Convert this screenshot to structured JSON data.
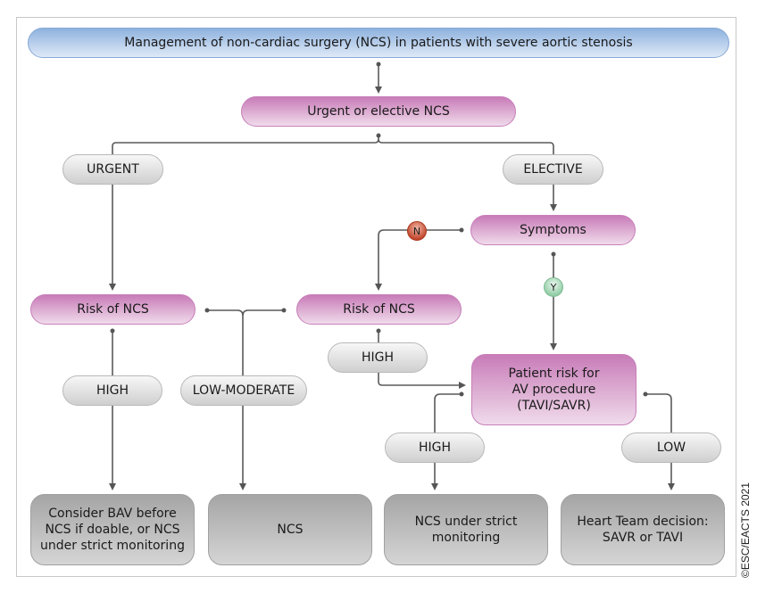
{
  "title": "Management of non-cardiac surgery (NCS) in patients with severe aortic stenosis",
  "nodes": {
    "urgent_or_elective": "Urgent or elective NCS",
    "urgent": "URGENT",
    "elective": "ELECTIVE",
    "symptoms": "Symptoms",
    "risk_ncs_urgent": "Risk of NCS",
    "risk_ncs_elective": "Risk of NCS",
    "high_urgent": "HIGH",
    "low_moderate": "LOW-MODERATE",
    "high_elective": "HIGH",
    "patient_risk": [
      "Patient risk for",
      "AV procedure",
      "(TAVI/SAVR)"
    ],
    "high_av": "HIGH",
    "low_av": "LOW"
  },
  "badges": {
    "no": "N",
    "yes": "Y"
  },
  "outcomes": {
    "bav": [
      "Consider BAV before",
      "NCS if doable, or NCS",
      "under strict monitoring"
    ],
    "ncs": [
      "NCS"
    ],
    "strict": [
      "NCS under strict",
      "monitoring"
    ],
    "heart_team": [
      "Heart Team decision:",
      "SAVR or TAVI"
    ]
  },
  "copyright": "©ESC/EACTS 2021",
  "colors": {
    "title_fill": "#a9c4e8",
    "decision_fill": "#d79bcb",
    "branch_fill": "#e6e6e6",
    "outcome_fill": "#bdbdbd",
    "no_badge": "#c0442a",
    "yes_badge": "#8fcca4",
    "connector": "#555555"
  }
}
